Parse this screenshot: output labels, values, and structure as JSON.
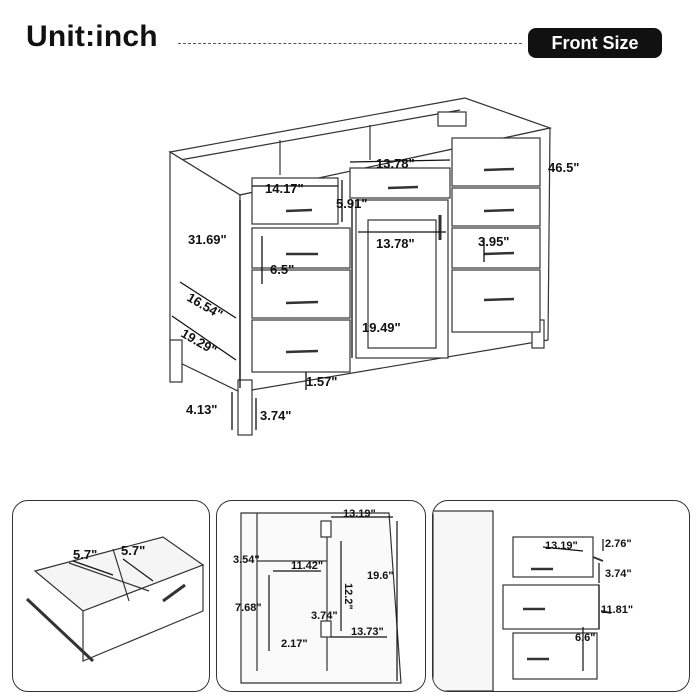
{
  "header": {
    "title": "Unit:inch",
    "badge": "Front Size"
  },
  "main_dims": {
    "top_width": "46.5\"",
    "drawer_top_center": "13.78\"",
    "drawer_left_top": "14.17\"",
    "drawer_top_height": "5.91\"",
    "door_width": "13.78\"",
    "height": "31.69\"",
    "drawer_right_height": "3.95\"",
    "drawer_left_height": "6.5\"",
    "depth_top": "16.54\"",
    "depth_bottom": "19.29\"",
    "door_height": "19.49\"",
    "drawer_bottom_gap": "1.57\"",
    "leg_height": "4.13\"",
    "leg_width": "3.74\""
  },
  "panel1": {
    "div_a": "5.7\"",
    "div_b": "5.7\""
  },
  "panel2": {
    "depth": "13.19\"",
    "top_gap": "3.54\"",
    "shelf_width": "11.42\"",
    "shelf_height": "12.2\"",
    "total_height": "19.6\"",
    "lower_gap": "7.68\"",
    "small_a": "3.74\"",
    "small_b": "2.17\"",
    "bottom_depth": "13.73\""
  },
  "panel3": {
    "drawer_depth": "13.19\"",
    "side_a": "2.76\"",
    "side_b": "3.74\"",
    "side_c": "11.81\"",
    "side_d": "6.6\""
  }
}
